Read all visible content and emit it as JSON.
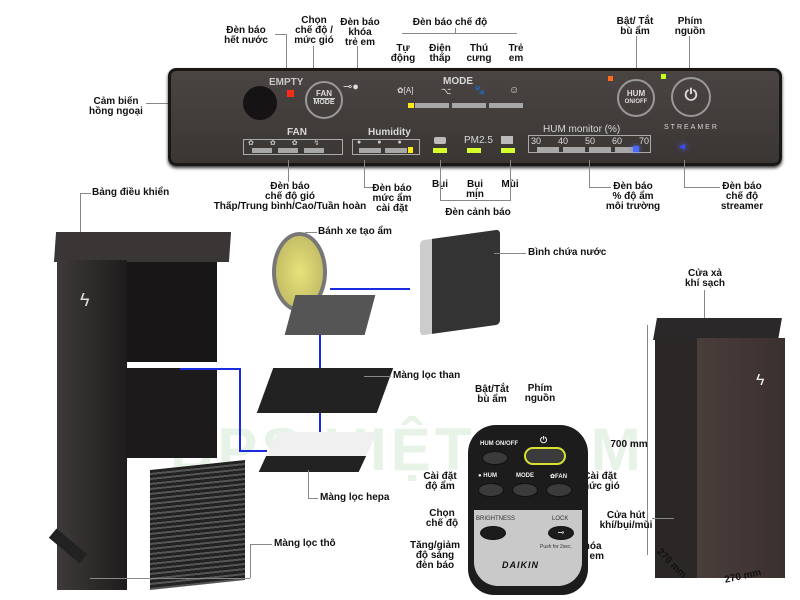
{
  "watermark": "BPS VIỆT NAM",
  "panel": {
    "empty_label": "EMPTY",
    "fan_mode_btn": {
      "top": "FAN",
      "bottom": "MODE"
    },
    "mode_label": "MODE",
    "fan_label": "FAN",
    "humidity_label": "Humidity",
    "pm25_label": "PM2.5",
    "hum_monitor_label": "HUM monitor (%)",
    "hum_scale": [
      "30",
      "40",
      "50",
      "60",
      "70"
    ],
    "hum_btn": {
      "top": "HUM",
      "bottom": "ON/OFF"
    },
    "streamer_label": "STREAMER",
    "colors": {
      "empty_led": "#ff2a1a",
      "warn_led": "#d4ff2a",
      "mode_led": "#ffe81a",
      "streamer": "#3a4bff",
      "hum_led": "#ff6a1a",
      "power_led": "#c8ff1a"
    }
  },
  "labels": {
    "den_bao_het_nuoc": "Đèn báo\nhết nước",
    "chon_che_do": "Chọn\nchế độ /\nmức gió",
    "den_bao_khoa": "Đèn báo\nkhóa\ntrẻ em",
    "den_bao_che_do": "Đèn báo chế độ",
    "tu_dong": "Tự\nđộng",
    "dien_thap": "Điện\nthấp",
    "thu_cung": "Thú\ncưng",
    "tre_em": "Trẻ\nem",
    "bat_tat_bu_am": "Bật/ Tắt\nbù ẩm",
    "phim_nguon": "Phím\nnguồn",
    "cam_bien": "Cảm biến\nhồng ngoại",
    "den_bao_gio": "Đèn báo\nchế độ gió\nThấp/Trung bình/Cao/Tuần hoàn",
    "den_bao_muc_am": "Đèn báo\nmức ẩm\ncài đặt",
    "bui": "Bụi",
    "bui_min": "Bụi\nmịn",
    "mui": "Mùi",
    "den_canh_bao": "Đèn cảnh báo",
    "den_bao_do_am": "Đèn báo\n% độ ẩm\nmôi trường",
    "den_bao_streamer": "Đèn báo\nchế độ\nstreamer",
    "bang_dieu_khien": "Bảng điều khiển",
    "banh_xe": "Bánh xe tạo ẩm",
    "binh_chua_nuoc": "Bình chứa nước",
    "mang_loc_than": "Màng lọc than",
    "mang_loc_hepa": "Màng lọc hepa",
    "mang_loc_tho": "Màng lọc thô",
    "cua_xa": "Cửa xả\nkhí sạch",
    "cua_hut": "Cửa hút\nkhí/bụi/mùi",
    "height": "700 mm",
    "depth": "270 mm",
    "width": "270 mm"
  },
  "remote": {
    "hum_onoff": "HUM ON/OFF",
    "hum": "● HUM",
    "mode": "MODE",
    "fan": "✿FAN",
    "brightness": "BRIGHTNESS",
    "lock": "LOCK",
    "push": "Push for 2sec.",
    "brand": "DAIKIN",
    "label_bat_tat": "Bật/Tắt\nbù ẩm",
    "label_phim_nguon": "Phím\nnguồn",
    "label_cai_dat_do_am": "Cài đặt\nđộ ẩm",
    "label_cai_dat_muc_gio": "Cài đặt\nmức gió",
    "label_chon_che_do": "Chọn\nchế độ",
    "label_tang_giam": "Tăng/giảm\nđộ sáng\nđèn báo",
    "label_khoa": "Khóa\ntrẻ em"
  }
}
